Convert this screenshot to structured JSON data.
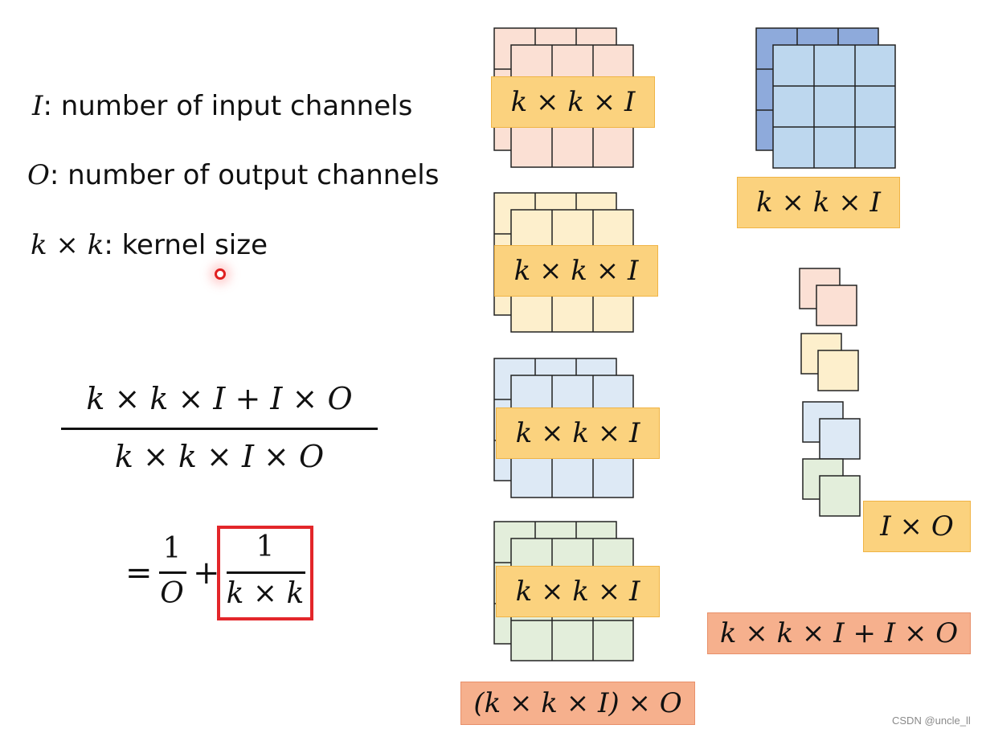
{
  "definitions": [
    {
      "symbol": "I",
      "text": ": number of input channels"
    },
    {
      "symbol": "O",
      "text": ": number of output channels"
    },
    {
      "symbol": "k × k",
      "text": ": kernel size"
    }
  ],
  "ratio": {
    "numerator": "k × k × I + I × O",
    "denominator": "k × k × I × O"
  },
  "simplified": {
    "equals": "=",
    "term1_num": "1",
    "term1_den": "O",
    "plus": "+",
    "term2_num": "1",
    "term2_den": "k × k"
  },
  "standard_conv": {
    "kernel_label": "k × k × I",
    "kernel_colors": [
      "#fbe0d4",
      "#fdefcc",
      "#dde9f5",
      "#e3eedb"
    ],
    "total_label": "(k × k × I) × O"
  },
  "depthwise": {
    "label": "k × k × I",
    "colors": [
      "#8eaadb",
      "#bdd7ee"
    ]
  },
  "pointwise": {
    "label": "I × O",
    "colors": [
      "#fbe0d4",
      "#fdefcc",
      "#dde9f5",
      "#e3eedb"
    ]
  },
  "separable_total_label": "k × k × I + I × O",
  "colors": {
    "yellow_label": "#fbd27e",
    "orange_label": "#f6b08d",
    "highlight_box": "#e3262a"
  },
  "watermark": "CSDN @uncle_ll"
}
